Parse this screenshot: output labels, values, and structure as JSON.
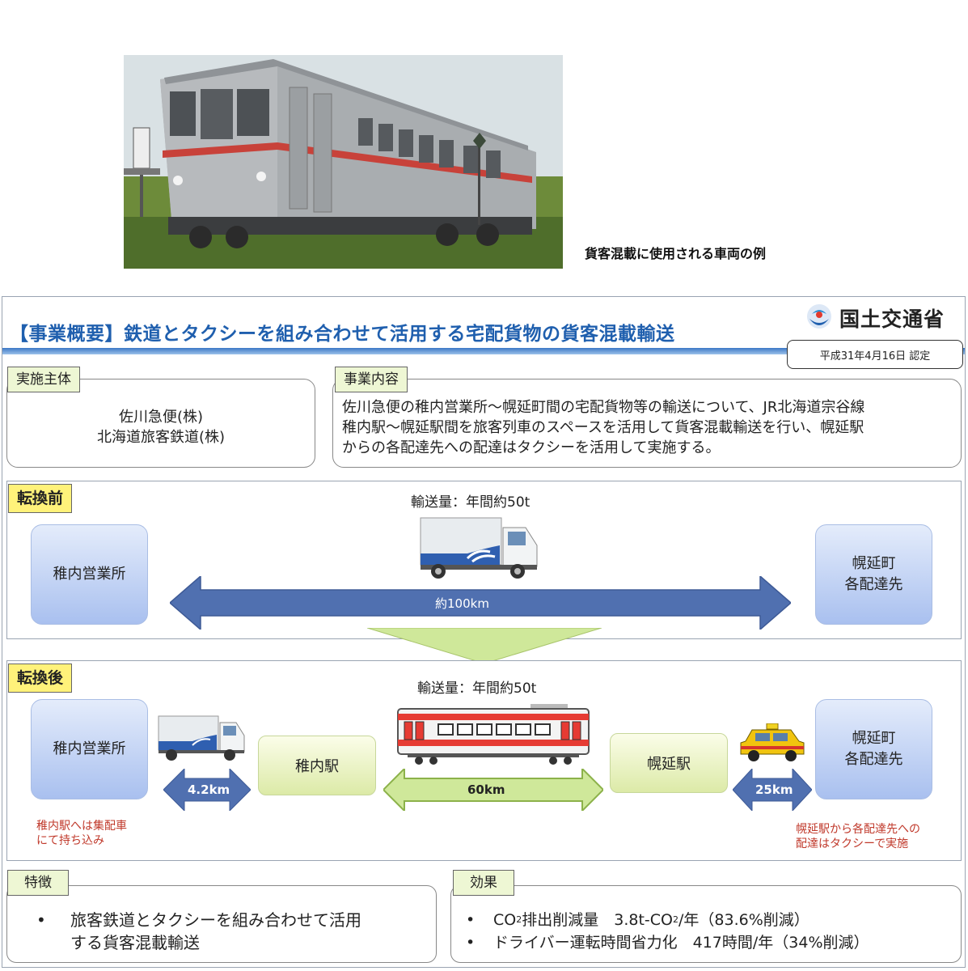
{
  "photo_caption": "貨客混載に使用される車両の例",
  "title": "【事業概要】鉄道とタクシーを組み合わせて活用する宅配貨物の貨客混載輸送",
  "ministry": "国土交通省",
  "approval_date": "平成31年4月16日 認定",
  "operator": {
    "label": "実施主体",
    "lines": [
      "佐川急便(株)",
      "北海道旅客鉄道(株)"
    ]
  },
  "business": {
    "label": "事業内容",
    "lines": [
      "佐川急便の稚内営業所～幌延町間の宅配貨物等の輸送について、JR北海道宗谷線",
      "稚内駅～幌延駅間を旅客列車のスペースを活用して貨客混載輸送を行い、幌延駅",
      "からの各配達先への配達はタクシーを活用して実施する。"
    ]
  },
  "before": {
    "label": "転換前",
    "volume": "輸送量：年間約50t",
    "origin": "稚内営業所",
    "destination": [
      "幌延町",
      "各配達先"
    ],
    "distance": "約100km"
  },
  "after": {
    "label": "転換後",
    "volume": "輸送量：年間約50t",
    "origin": "稚内営業所",
    "station_a": "稚内駅",
    "station_b": "幌延駅",
    "destination": [
      "幌延町",
      "各配達先"
    ],
    "leg1": "4.2km",
    "leg2": "60km",
    "leg3": "25km",
    "note_left": [
      "稚内駅へは集配車",
      "にて持ち込み"
    ],
    "note_right": [
      "幌延駅から各配達先への",
      "配達はタクシーで実施"
    ]
  },
  "features": {
    "label": "特徴",
    "bullet": "•",
    "lines": [
      "旅客鉄道とタクシーを組み合わせて活用",
      "する貨客混載輸送"
    ]
  },
  "effects": {
    "label": "効果",
    "bullet": "•",
    "item1_co": "CO",
    "item1_sub": "2",
    "item1_text": "排出削減量　3.8t-CO",
    "item1_sub2": "2",
    "item1_tail": "/年（83.6%削減）",
    "item2": "ドライバー運転時間省力化　417時間/年（34%削減）"
  },
  "colors": {
    "title_blue": "#1f5fae",
    "arrow_blue": "#4f6fad",
    "arrow_green": "#cfe89a",
    "tag_yellow": "#fff27a",
    "note_red": "#c0392b"
  }
}
